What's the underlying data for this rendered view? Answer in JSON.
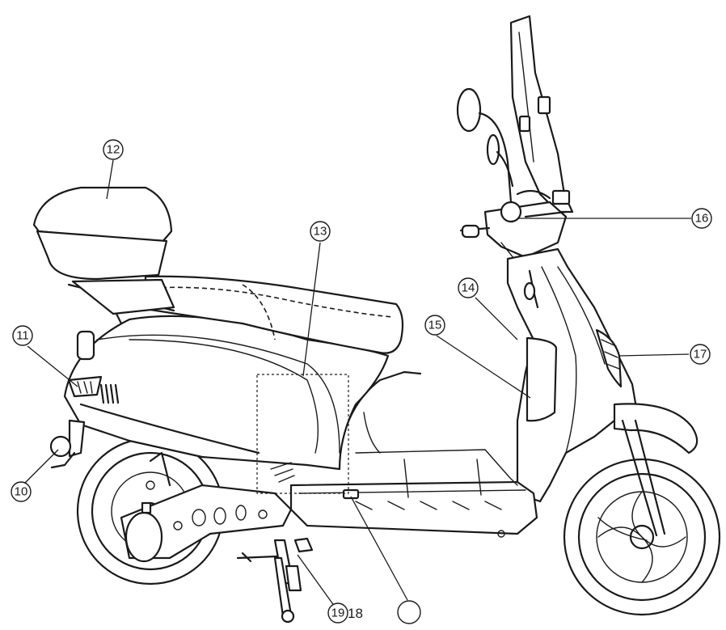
{
  "diagram": {
    "subject": "scooter-side-view",
    "callouts": {
      "c10": "10",
      "c11": "11",
      "c12": "12",
      "c13": "13",
      "c14": "14",
      "c15": "15",
      "c16": "16",
      "c17": "17",
      "c19": "19",
      "c18": "18",
      "c_blank": ""
    }
  },
  "colors": {
    "ink": "#1a1a1a",
    "paper": "#ffffff"
  }
}
